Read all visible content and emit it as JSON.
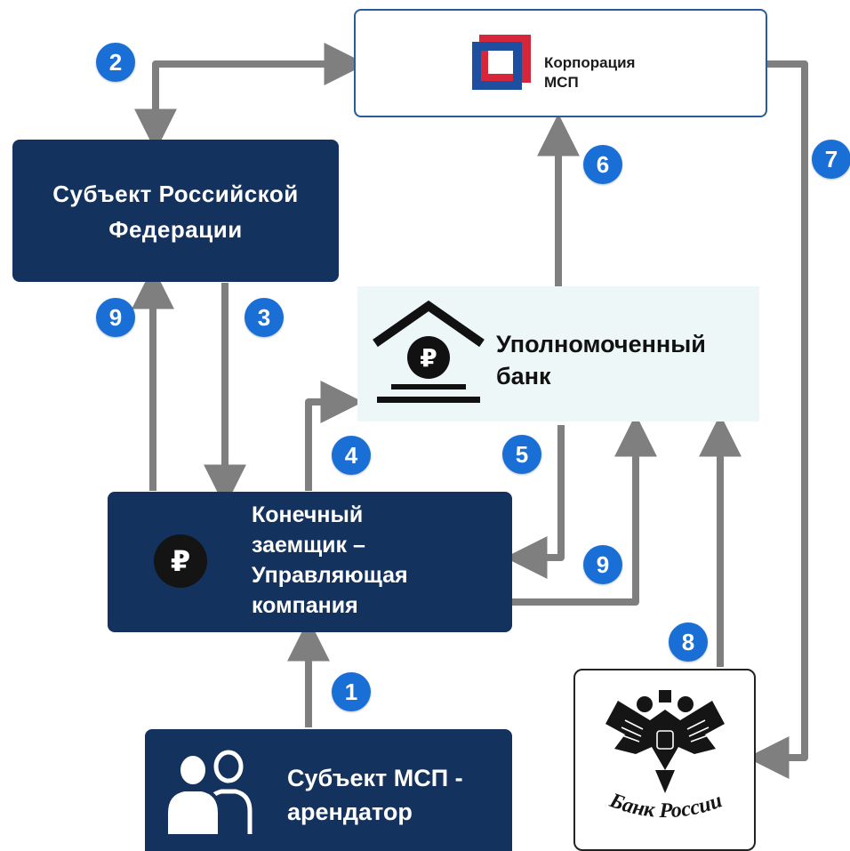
{
  "header_text": "",
  "nodes": {
    "corporation": {
      "line1": "Корпорация",
      "line2": "МСП"
    },
    "subject_rf": {
      "line1": "Субъект Российской",
      "line2": "Федерации"
    },
    "bank": {
      "line1": "Уполномоченный",
      "line2": "банк"
    },
    "borrower": {
      "line1": "Конечный",
      "line2": "заемщик –",
      "line3": "Управляющая",
      "line4": "компания"
    },
    "msp": {
      "line1": "Субъект МСП -",
      "line2": "арендатор"
    },
    "central_bank": {
      "label": "Банк России"
    }
  },
  "badges": {
    "b1": "1",
    "b2": "2",
    "b3": "3",
    "b4": "4",
    "b5": "5",
    "b6": "6",
    "b7": "7",
    "b8": "8",
    "b9_left": "9",
    "b9_right": "9"
  },
  "colors": {
    "node_dark": "#14325e",
    "badge_blue": "#1a6fd6",
    "arrow_gray": "#7f7f7f",
    "bank_bg": "#eef7f8",
    "corp_logo_blue": "#1d4ea0",
    "corp_logo_red": "#d6273a"
  },
  "icons": {
    "corporation": "msp-corporation-logo-icon",
    "bank": "bank-building-ruble-icon",
    "borrower": "ruble-coin-icon",
    "msp": "people-silhouette-icon",
    "central_bank": "double-headed-eagle-emblem-icon"
  }
}
